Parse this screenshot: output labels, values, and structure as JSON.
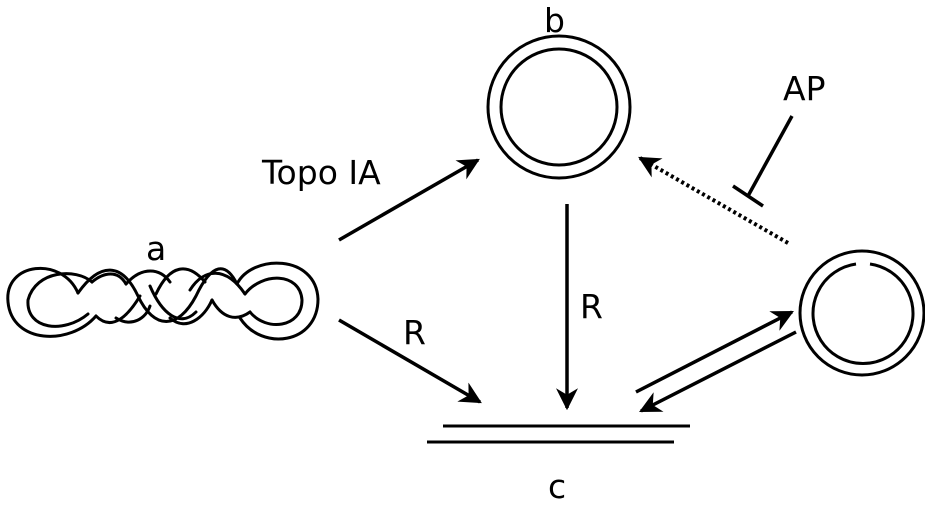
{
  "labels": {
    "a": "a",
    "b": "b",
    "c": "c",
    "topo": "Topo IA",
    "r_left": "R",
    "r_center": "R",
    "ap": "AP"
  },
  "colors": {
    "stroke": "#000000",
    "background": "#ffffff"
  },
  "icons": {
    "a": "supercoiled-dna-icon",
    "b": "relaxed-closed-circle-dna-icon",
    "c": "linear-duplex-dna-icon",
    "nicked": "nicked-circle-dna-icon"
  }
}
